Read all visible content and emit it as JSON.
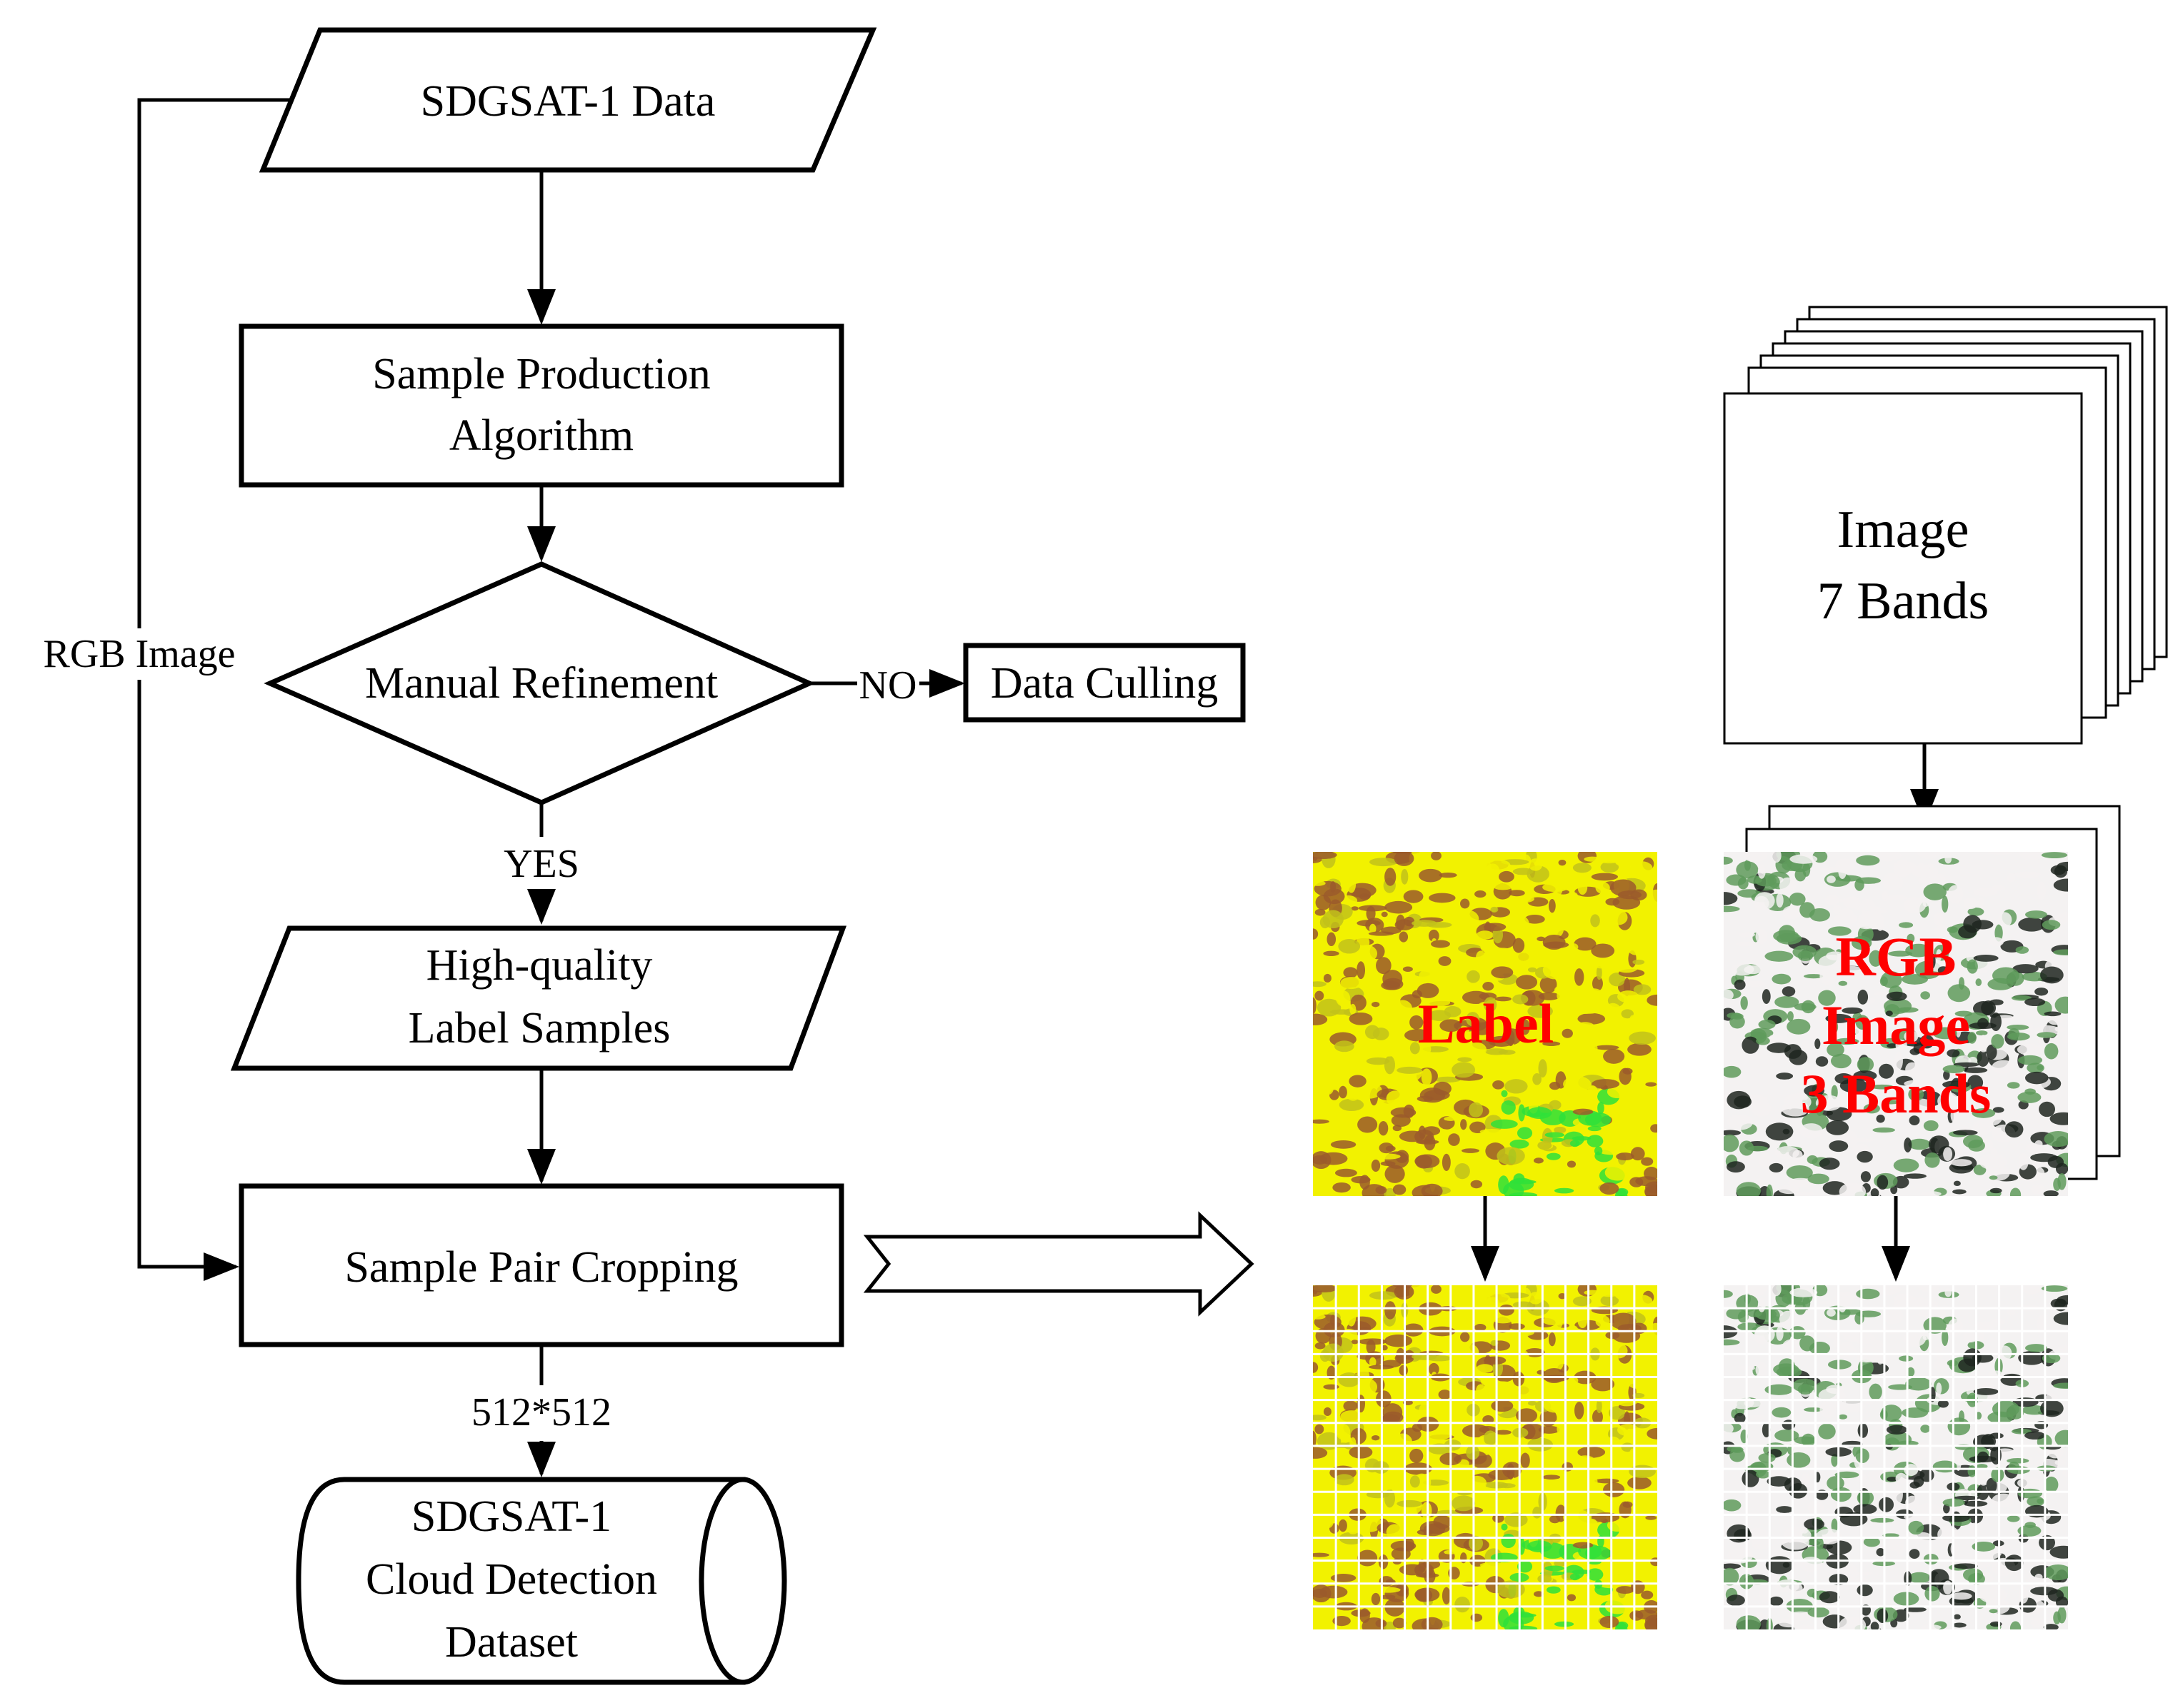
{
  "flowchart": {
    "input_data": "SDGSAT-1 Data",
    "sample_production": [
      "Sample Production",
      "Algorithm"
    ],
    "manual_refinement": "Manual Refinement",
    "no_label": "NO",
    "data_culling": "Data Culling",
    "yes_label": "YES",
    "label_samples": [
      "High-quality",
      "Label Samples"
    ],
    "rgb_image_label": "RGB Image",
    "sample_pair_cropping": "Sample Pair Cropping",
    "crop_size": "512*512",
    "dataset": [
      "SDGSAT-1",
      "Cloud Detection",
      "Dataset"
    ]
  },
  "illustration": {
    "image_stack": [
      "Image",
      "7 Bands"
    ],
    "label_tile": "Label",
    "rgb_tile": [
      "RGB",
      "Image",
      "3 Bands"
    ]
  },
  "colors": {
    "label_yellow": "#f2f200",
    "label_brown": "#9b5a2c",
    "label_green": "#2fe03a",
    "rgb_white": "#f4f2f2",
    "rgb_green": "#5f9b5c",
    "rgb_dark": "#1f2620",
    "text_red": "#ff0000"
  }
}
